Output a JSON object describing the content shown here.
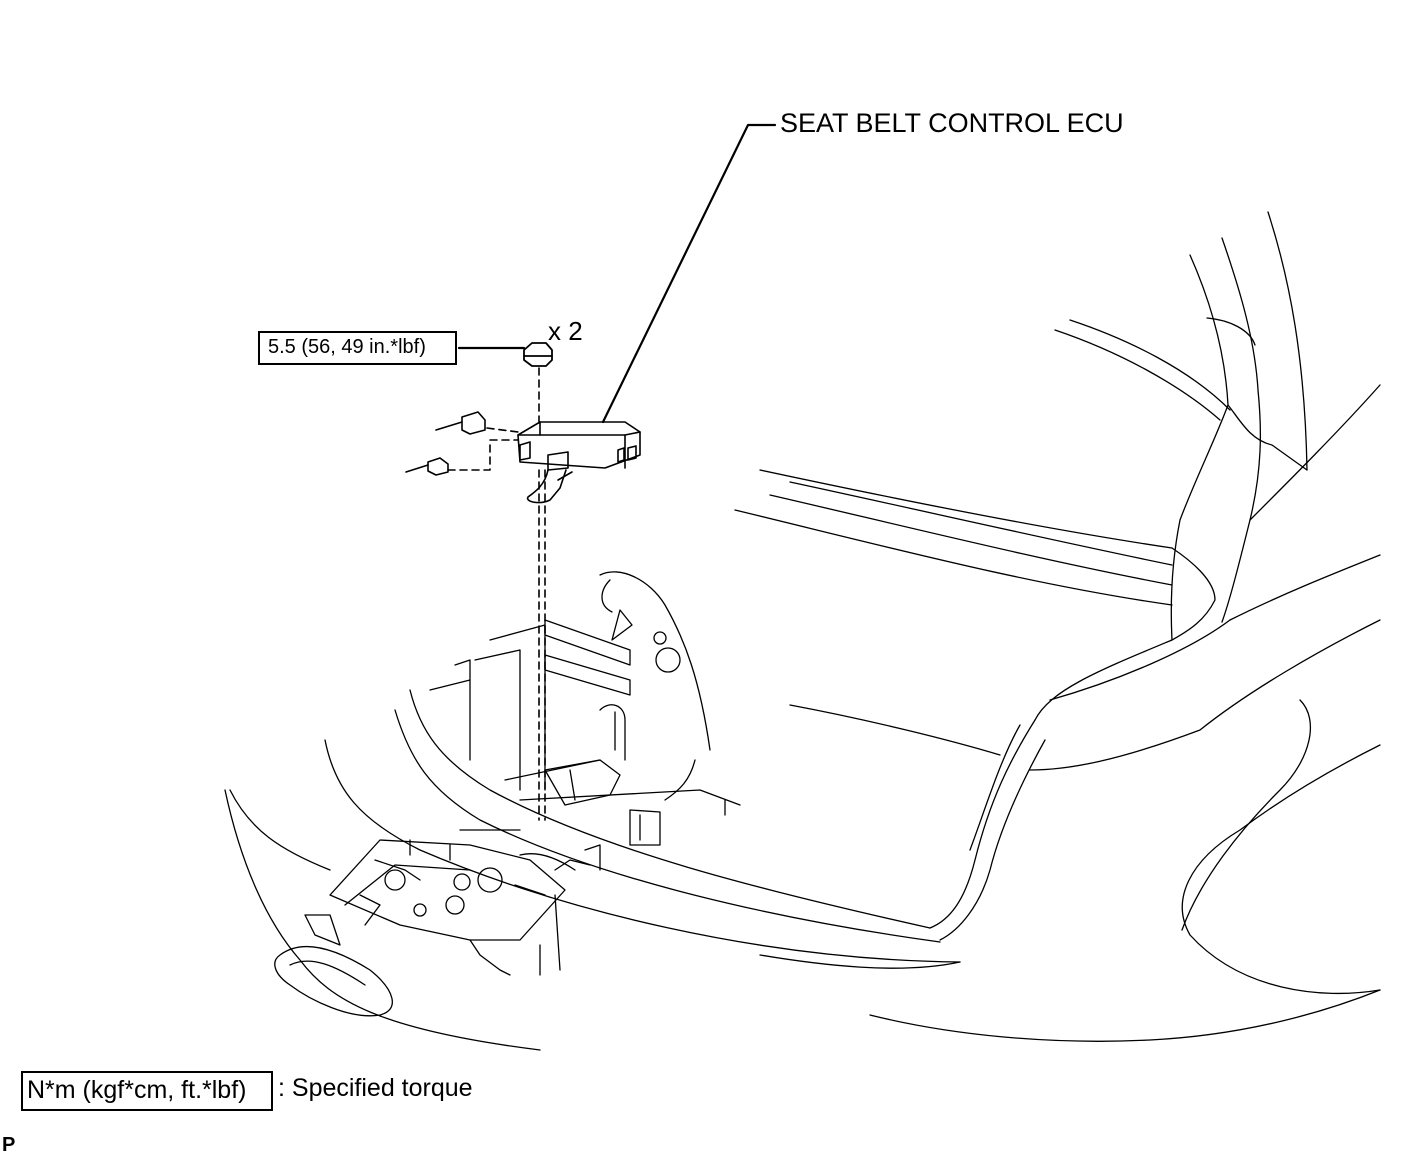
{
  "diagram": {
    "part_label": "SEAT BELT CONTROL ECU",
    "quantity_label": "x 2",
    "torque_value": "5.5 (56, 49 in.*lbf)",
    "legend": {
      "unit_box": "N*m (kgf*cm, ft.*lbf)",
      "description": ": Specified torque"
    },
    "figure_code": "P"
  }
}
